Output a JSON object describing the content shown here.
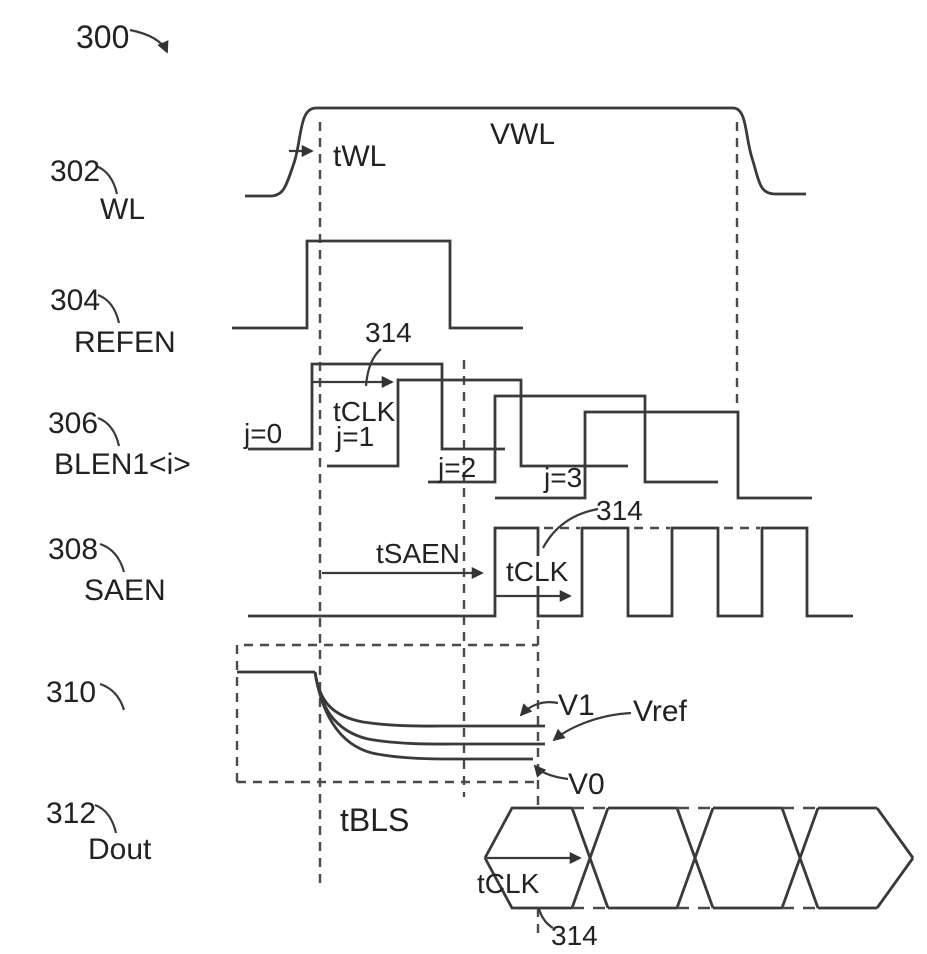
{
  "labels": {
    "fig": "300",
    "row_wl_ref": "302",
    "row_wl": "WL",
    "row_refen_ref": "304",
    "row_refen": "REFEN",
    "row_blen_ref": "306",
    "row_blen": "BLEN1<i>",
    "row_saen_ref": "308",
    "row_saen": "SAEN",
    "row_bl_ref": "310",
    "row_dout_ref": "312",
    "row_dout": "Dout",
    "vwl": "VWL",
    "twl": "tWL",
    "tclk": "tCLK",
    "tsaen": "tSAEN",
    "tbls": "tBLS",
    "clk_period_ref": "314",
    "j0": "j=0",
    "j1": "j=1",
    "j2": "j=2",
    "j3": "j=3",
    "v1": "V1",
    "vref": "Vref",
    "v0": "V0"
  },
  "signals": [
    {
      "ref": "302",
      "name": "WL",
      "annotations": [
        "tWL",
        "VWL"
      ],
      "shape": "single wide pulse with sloped rise and fall held at level VWL"
    },
    {
      "ref": "304",
      "name": "REFEN",
      "annotations": [],
      "shape": "single rectangular pulse during word-line rise"
    },
    {
      "ref": "306",
      "name": "BLEN1<i>",
      "annotations": [
        "314",
        "tCLK",
        "j=0",
        "j=1",
        "j=2",
        "j=3"
      ],
      "shape": "staggered overlapping pulses, one per clock period tCLK"
    },
    {
      "ref": "308",
      "name": "SAEN",
      "annotations": [
        "tSAEN",
        "tCLK",
        "314"
      ],
      "shape": "clock pulse train starting tSAEN after first timing line; dashed high level between pulses"
    },
    {
      "ref": "310",
      "name": "",
      "annotations": [
        "tBLS",
        "V1",
        "Vref",
        "V0"
      ],
      "shape": "three bit-line voltage decay curves inside dashed tBLS window settling to V1, Vref and V0"
    },
    {
      "ref": "312",
      "name": "Dout",
      "annotations": [
        "tCLK",
        "314"
      ],
      "shape": "data eye diagram, one eye crossing per clock period tCLK"
    }
  ],
  "line_color": "#3a3a3a",
  "background_color": "#ffffff"
}
